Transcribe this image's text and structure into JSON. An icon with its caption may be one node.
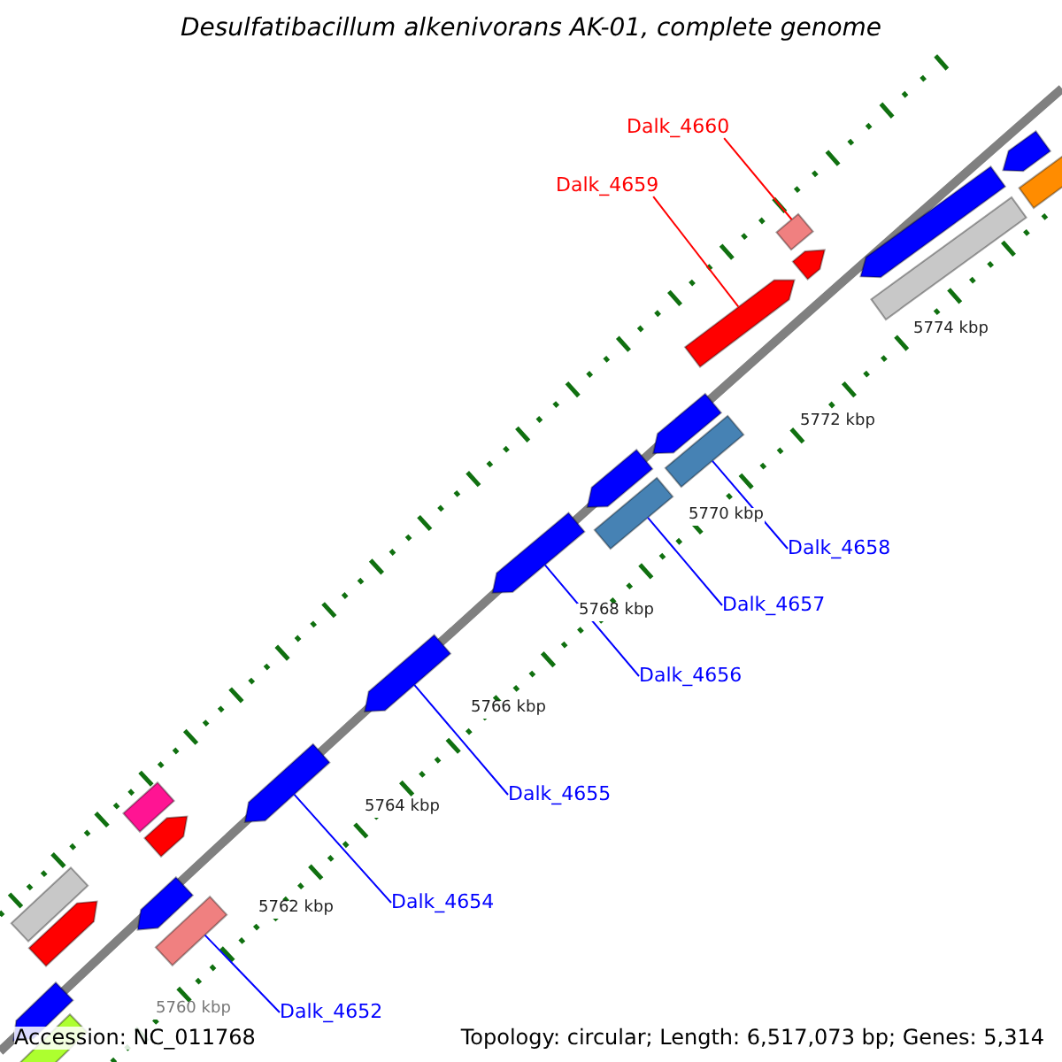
{
  "diagram": {
    "title": "Desulfatibacillum alkenivorans AK-01, complete genome",
    "nodes": [
      {
        "text": [
          "Dalk_4660"
        ]
      },
      {
        "text": [
          "Dalk_4659"
        ]
      },
      {
        "text": [
          "Dalk_4658"
        ]
      },
      {
        "text": [
          "Dalk_4657"
        ]
      },
      {
        "text": [
          "Dalk_4656"
        ]
      },
      {
        "text": [
          "Dalk_4655"
        ]
      },
      {
        "text": [
          "Dalk_4654"
        ]
      },
      {
        "text": [
          "Dalk_4652"
        ]
      },
      {
        "text": [],
        "shape": "box"
      },
      {
        "text": [],
        "shape": "arrow"
      },
      {
        "text": [],
        "shape": "bar"
      },
      {
        "text": [],
        "shape": "bar"
      },
      {
        "text": [],
        "shape": "arrow"
      },
      {
        "text": [],
        "shape": "arrow"
      },
      {
        "text": [],
        "shape": "arrow"
      },
      {
        "text": [],
        "shape": "bar"
      },
      {
        "text": [],
        "shape": "arrow"
      },
      {
        "text": [],
        "shape": "arrow"
      },
      {
        "text": [],
        "shape": "bar"
      },
      {
        "text": [],
        "shape": "arrow"
      },
      {
        "text": [],
        "shape": "bar"
      },
      {
        "text": [],
        "shape": "arrow"
      },
      {
        "text": [],
        "shape": "arrow"
      },
      {
        "text": [],
        "shape": "bar"
      },
      {
        "text": [],
        "shape": "arrow"
      },
      {
        "text": [],
        "shape": "bar"
      },
      {
        "text": [],
        "shape": "arrow"
      },
      {
        "text": [],
        "shape": "arrow"
      },
      {
        "text": [],
        "shape": "arrow"
      },
      {
        "text": [],
        "shape": "bar"
      }
    ],
    "edges": [
      {
        "from": 0,
        "to": 8,
        "arrow": "none",
        "color": "#ff0000"
      },
      {
        "from": 1,
        "to": 9,
        "arrow": "none",
        "color": "#ff0000"
      },
      {
        "from": 2,
        "to": 10,
        "arrow": "none"
      },
      {
        "from": 3,
        "to": 11,
        "arrow": "none"
      },
      {
        "from": 4,
        "to": 12,
        "arrow": "none"
      },
      {
        "from": 5,
        "to": 13,
        "arrow": "none"
      },
      {
        "from": 6,
        "to": 14,
        "arrow": "none"
      },
      {
        "from": 7,
        "to": 15,
        "arrow": "none"
      }
    ],
    "labels": [
      "5774 kbp",
      "5772 kbp",
      "5770 kbp",
      "5768 kbp",
      "5766 kbp",
      "5764 kbp",
      "5762 kbp",
      "5760 kbp",
      "Accession: NC_011768",
      "Topology: circular; Length: 6,517,073 bp; Genes: 5,314"
    ]
  }
}
